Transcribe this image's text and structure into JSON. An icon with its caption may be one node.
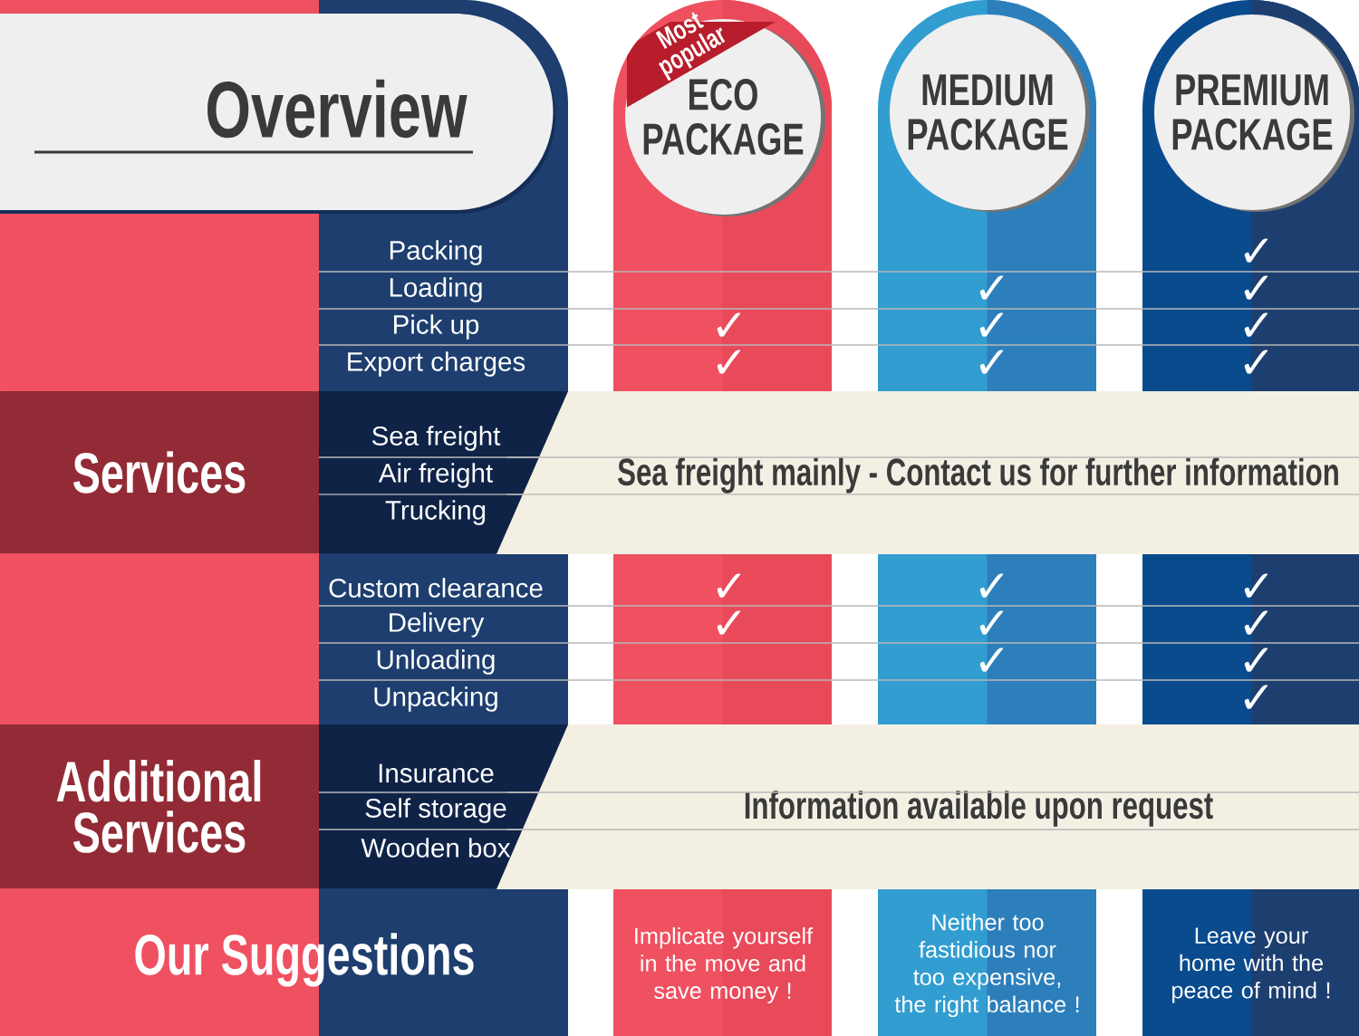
{
  "diagram": {
    "nodes": [
      {
        "text": [
          "Overview"
        ]
      },
      {
        "text": [
          "ECO PACKAGE"
        ]
      },
      {
        "text": [
          "MEDIUM PACKAGE"
        ]
      },
      {
        "text": [
          "PREMIUM PACKAGE"
        ]
      },
      {
        "text": [
          "Most popular"
        ],
        "in": 1
      },
      {
        "text": [
          "Services"
        ]
      },
      {
        "text": [
          "Additional Services"
        ]
      },
      {
        "text": [
          "Sea freight mainly - Contact us for further information"
        ]
      },
      {
        "text": [
          "Information available upon request"
        ]
      }
    ],
    "labels": [
      "Packing",
      "✓",
      "Loading",
      "✓",
      "✓",
      "Pick up",
      "✓",
      "✓",
      "✓",
      "Export charges",
      "✓",
      "✓",
      "✓",
      "Sea freight",
      "Air freight",
      "Trucking",
      "Custom clearance",
      "✓",
      "✓",
      "✓",
      "Delivery",
      "✓",
      "✓",
      "✓",
      "Unloading",
      "✓",
      "✓",
      "Unpacking",
      "✓",
      "Insurance",
      "Self storage",
      "Wooden box",
      "Our Suggestions",
      "Implicate yourself in the move and save money !",
      "Neither too fastidious nor too expensive, the right balance !",
      "Leave your home with the peace of mind !"
    ]
  }
}
